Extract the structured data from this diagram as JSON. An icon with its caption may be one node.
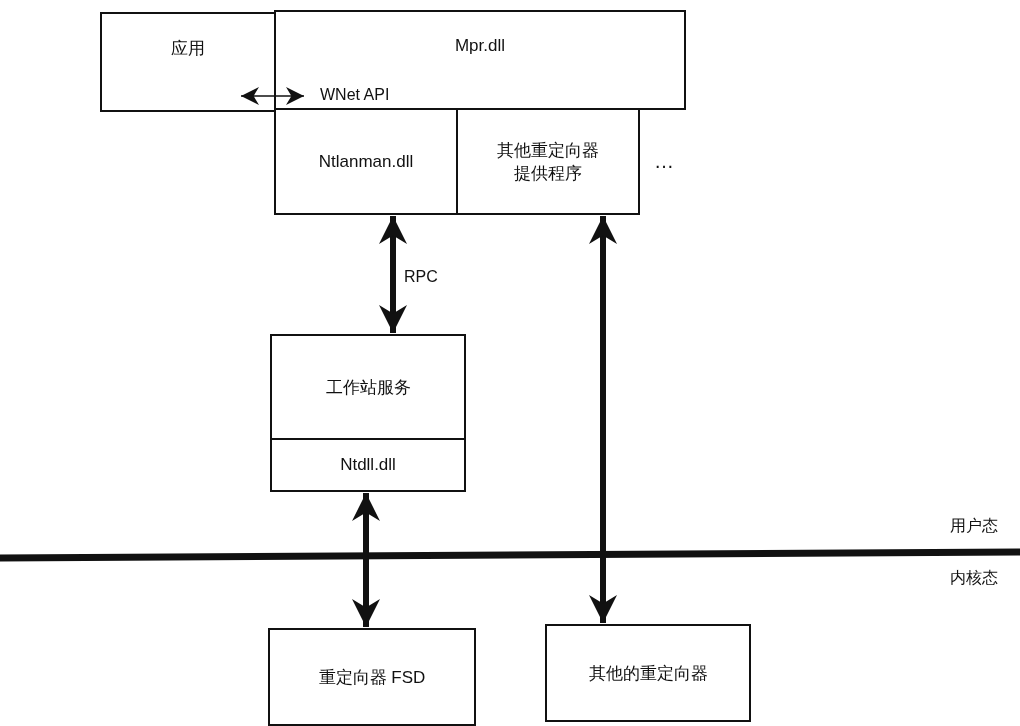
{
  "diagram": {
    "nodes": [
      {
        "text": [
          "应用"
        ]
      },
      {
        "text": [
          "Mpr.dll"
        ]
      },
      {
        "text": [
          "Ntlanman.dll"
        ]
      },
      {
        "text": [
          "其他重定向器提供程序"
        ]
      },
      {
        "text": [
          "工作站服务"
        ]
      },
      {
        "text": [
          "Ntdll.dll"
        ]
      },
      {
        "text": [
          "重定向器 FSD"
        ]
      },
      {
        "text": [
          "其他的重定向器"
        ]
      }
    ],
    "edges": [
      {
        "from": 0,
        "to": 1,
        "arrow": "both",
        "label": "WNet API"
      },
      {
        "from": 2,
        "to": 4,
        "arrow": "both",
        "label": "RPC"
      },
      {
        "from": 3,
        "to": 7,
        "arrow": "both"
      },
      {
        "from": 5,
        "to": 6,
        "arrow": "both"
      }
    ],
    "labels": [
      "…",
      "用户态",
      "内核态"
    ]
  }
}
